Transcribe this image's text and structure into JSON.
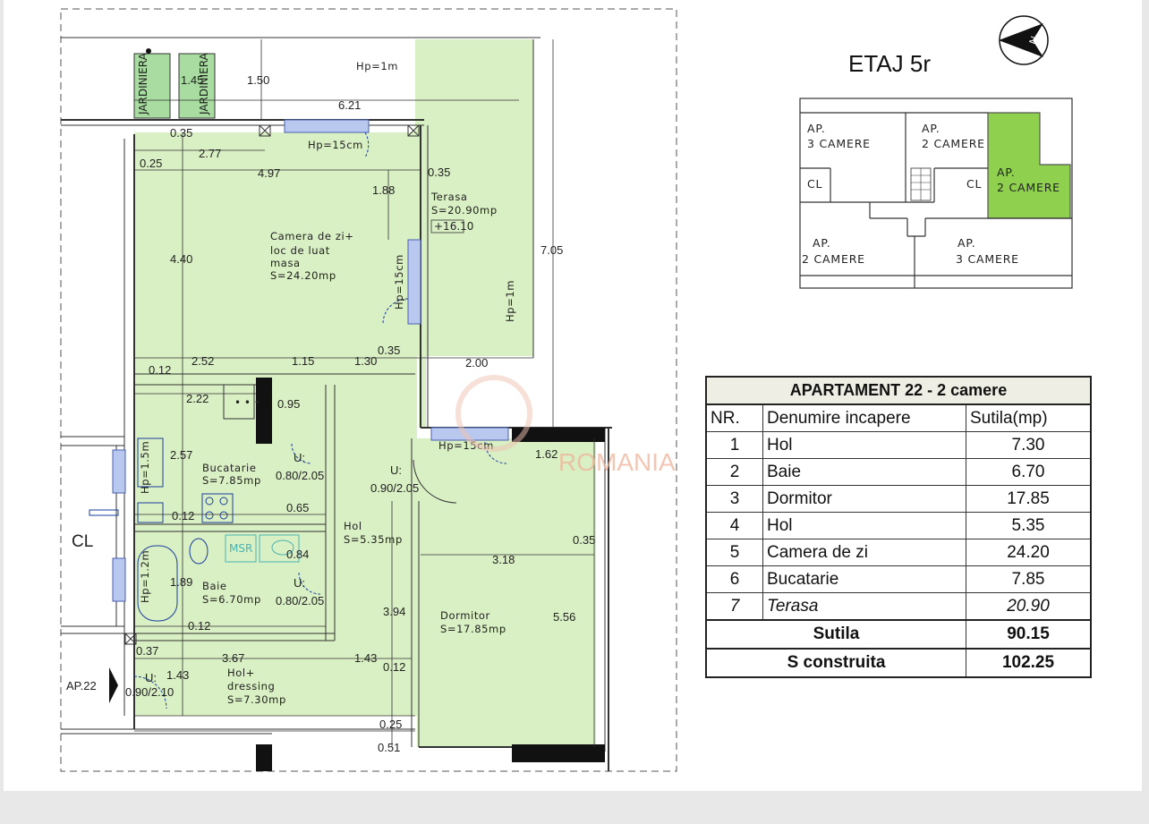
{
  "floor_title": "ETAJ 5r",
  "compass_letter": "N",
  "key_plan": {
    "units": [
      {
        "line1": "AP.",
        "line2": "3 CAMERE"
      },
      {
        "line1": "AP.",
        "line2": "2 CAMERE"
      },
      {
        "line1": "AP.",
        "line2": "2 CAMERE"
      },
      {
        "line1": "AP.",
        "line2": "2 CAMERE"
      },
      {
        "line1": "AP.",
        "line2": "3 CAMERE"
      }
    ],
    "cl_labels": [
      "CL",
      "CL"
    ],
    "highlight_color": "#8fd14f"
  },
  "plan": {
    "rooms": [
      {
        "lines": [
          "Camera de zi+",
          "loc de luat",
          "masa",
          "S=24.20mp"
        ]
      },
      {
        "lines": [
          "Terasa",
          "S=20.90mp"
        ]
      },
      {
        "lines": [
          "Bucatarie",
          "S=7.85mp"
        ]
      },
      {
        "lines": [
          "Hol",
          "S=5.35mp"
        ]
      },
      {
        "lines": [
          "Baie",
          "S=6.70mp"
        ]
      },
      {
        "lines": [
          "Dormitor",
          "S=17.85mp"
        ]
      },
      {
        "lines": [
          "Hol+",
          "dressing",
          "S=7.30mp"
        ]
      }
    ],
    "hp_labels": [
      "Hp=1m",
      "Hp=15cm",
      "Hp=15cm",
      "Hp=15cm",
      "Hp=1m",
      "Hp=1.2m",
      "Hp=1.5m"
    ],
    "jardiniera": [
      "JARDINIERA",
      "JARDINIERA"
    ],
    "level_tag": "+16.10",
    "msr": "MSR",
    "cl": "CL",
    "entrance": "AP.22",
    "doors": [
      {
        "u": "U:",
        "size": "0.80/2.05"
      },
      {
        "u": "U:",
        "size": "0.90/2.05"
      },
      {
        "u": "U:",
        "size": "0.80/2.05"
      },
      {
        "u": "U:",
        "size": "0.90/2.10"
      }
    ],
    "dims": [
      "1.45",
      "1.50",
      "6.21",
      "0.35",
      "2.77",
      "4.97",
      "0.35",
      "0.25",
      "1.88",
      "4.40",
      "7.05",
      "2.52",
      "1.15",
      "1.30",
      "0.35",
      "2.00",
      "0.12",
      "2.22",
      "0.95",
      "2.57",
      "1.62",
      "0.65",
      "0.12",
      "0.84",
      "0.35",
      "3.18",
      "1.89",
      "0.12",
      "3.94",
      "5.56",
      "0.37",
      "3.67",
      "1.43",
      "1.43",
      "0.12",
      "0.25",
      "0.51"
    ],
    "green": "#d9efc4"
  },
  "watermark": "ROMANIA",
  "table": {
    "title": "APARTAMENT 22 - 2 camere",
    "headers": [
      "NR.",
      "Denumire incapere",
      "Sutila(mp)"
    ],
    "rows": [
      {
        "nr": "1",
        "name": "Hol",
        "value": "7.30"
      },
      {
        "nr": "2",
        "name": "Baie",
        "value": "6.70"
      },
      {
        "nr": "3",
        "name": "Dormitor",
        "value": "17.85"
      },
      {
        "nr": "4",
        "name": "Hol",
        "value": "5.35"
      },
      {
        "nr": "5",
        "name": "Camera de zi",
        "value": "24.20"
      },
      {
        "nr": "6",
        "name": "Bucatarie",
        "value": "7.85"
      },
      {
        "nr": "7",
        "name": "Terasa",
        "value": "20.90"
      }
    ],
    "totals": [
      {
        "label": "Sutila",
        "value": "90.15"
      },
      {
        "label": "S construita",
        "value": "102.25"
      }
    ]
  }
}
